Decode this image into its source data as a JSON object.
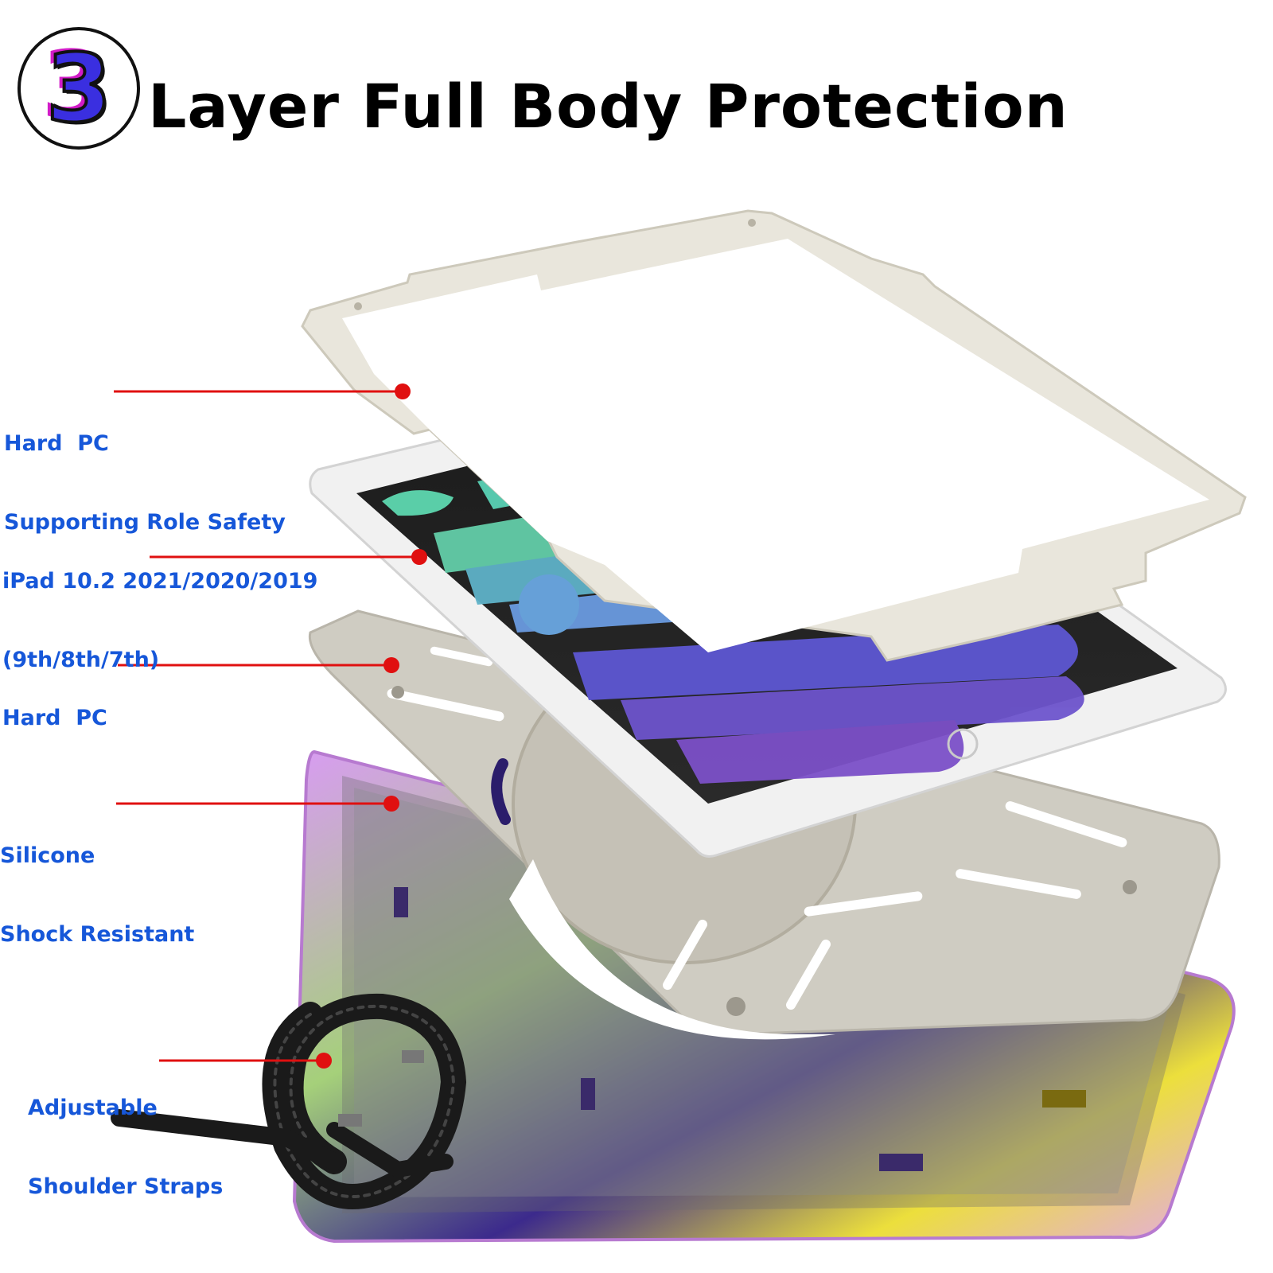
{
  "header": {
    "badge_number": "3",
    "title": "Layer Full Body Protection"
  },
  "callouts": [
    {
      "line1": "Hard  PC",
      "line2": "Supporting Role Safety"
    },
    {
      "line1": "iPad 10.2 2021/2020/2019",
      "line2": "(9th/8th/7th)"
    },
    {
      "line1": "Hard  PC",
      "line2": ""
    },
    {
      "line1": "Silicone",
      "line2": "Shock Resistant"
    },
    {
      "line1": "Adjustable",
      "line2": "Shoulder Straps"
    }
  ],
  "colors": {
    "label_blue": "#1657d9",
    "pointer_red": "#e01010",
    "frame_cream": "#e9e6dc",
    "shell_gray": "#cfccc2",
    "silicone_purple": "#d79ef0",
    "ipad_silver": "#f1f1f1"
  }
}
